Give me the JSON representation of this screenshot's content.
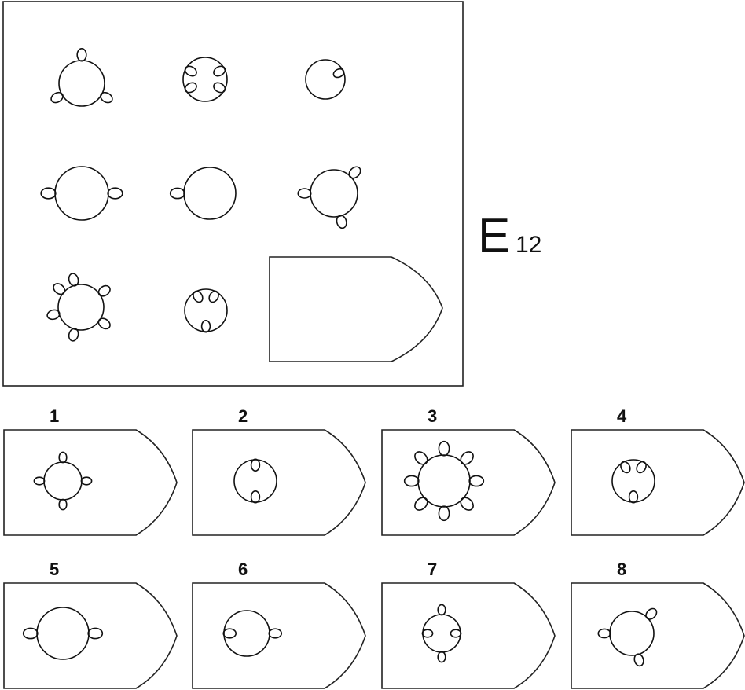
{
  "problem": {
    "code_letter": "E",
    "code_number": "12"
  },
  "options": [
    {
      "label": "1"
    },
    {
      "label": "2"
    },
    {
      "label": "3"
    },
    {
      "label": "4"
    },
    {
      "label": "5"
    },
    {
      "label": "6"
    },
    {
      "label": "7"
    },
    {
      "label": "8"
    }
  ]
}
